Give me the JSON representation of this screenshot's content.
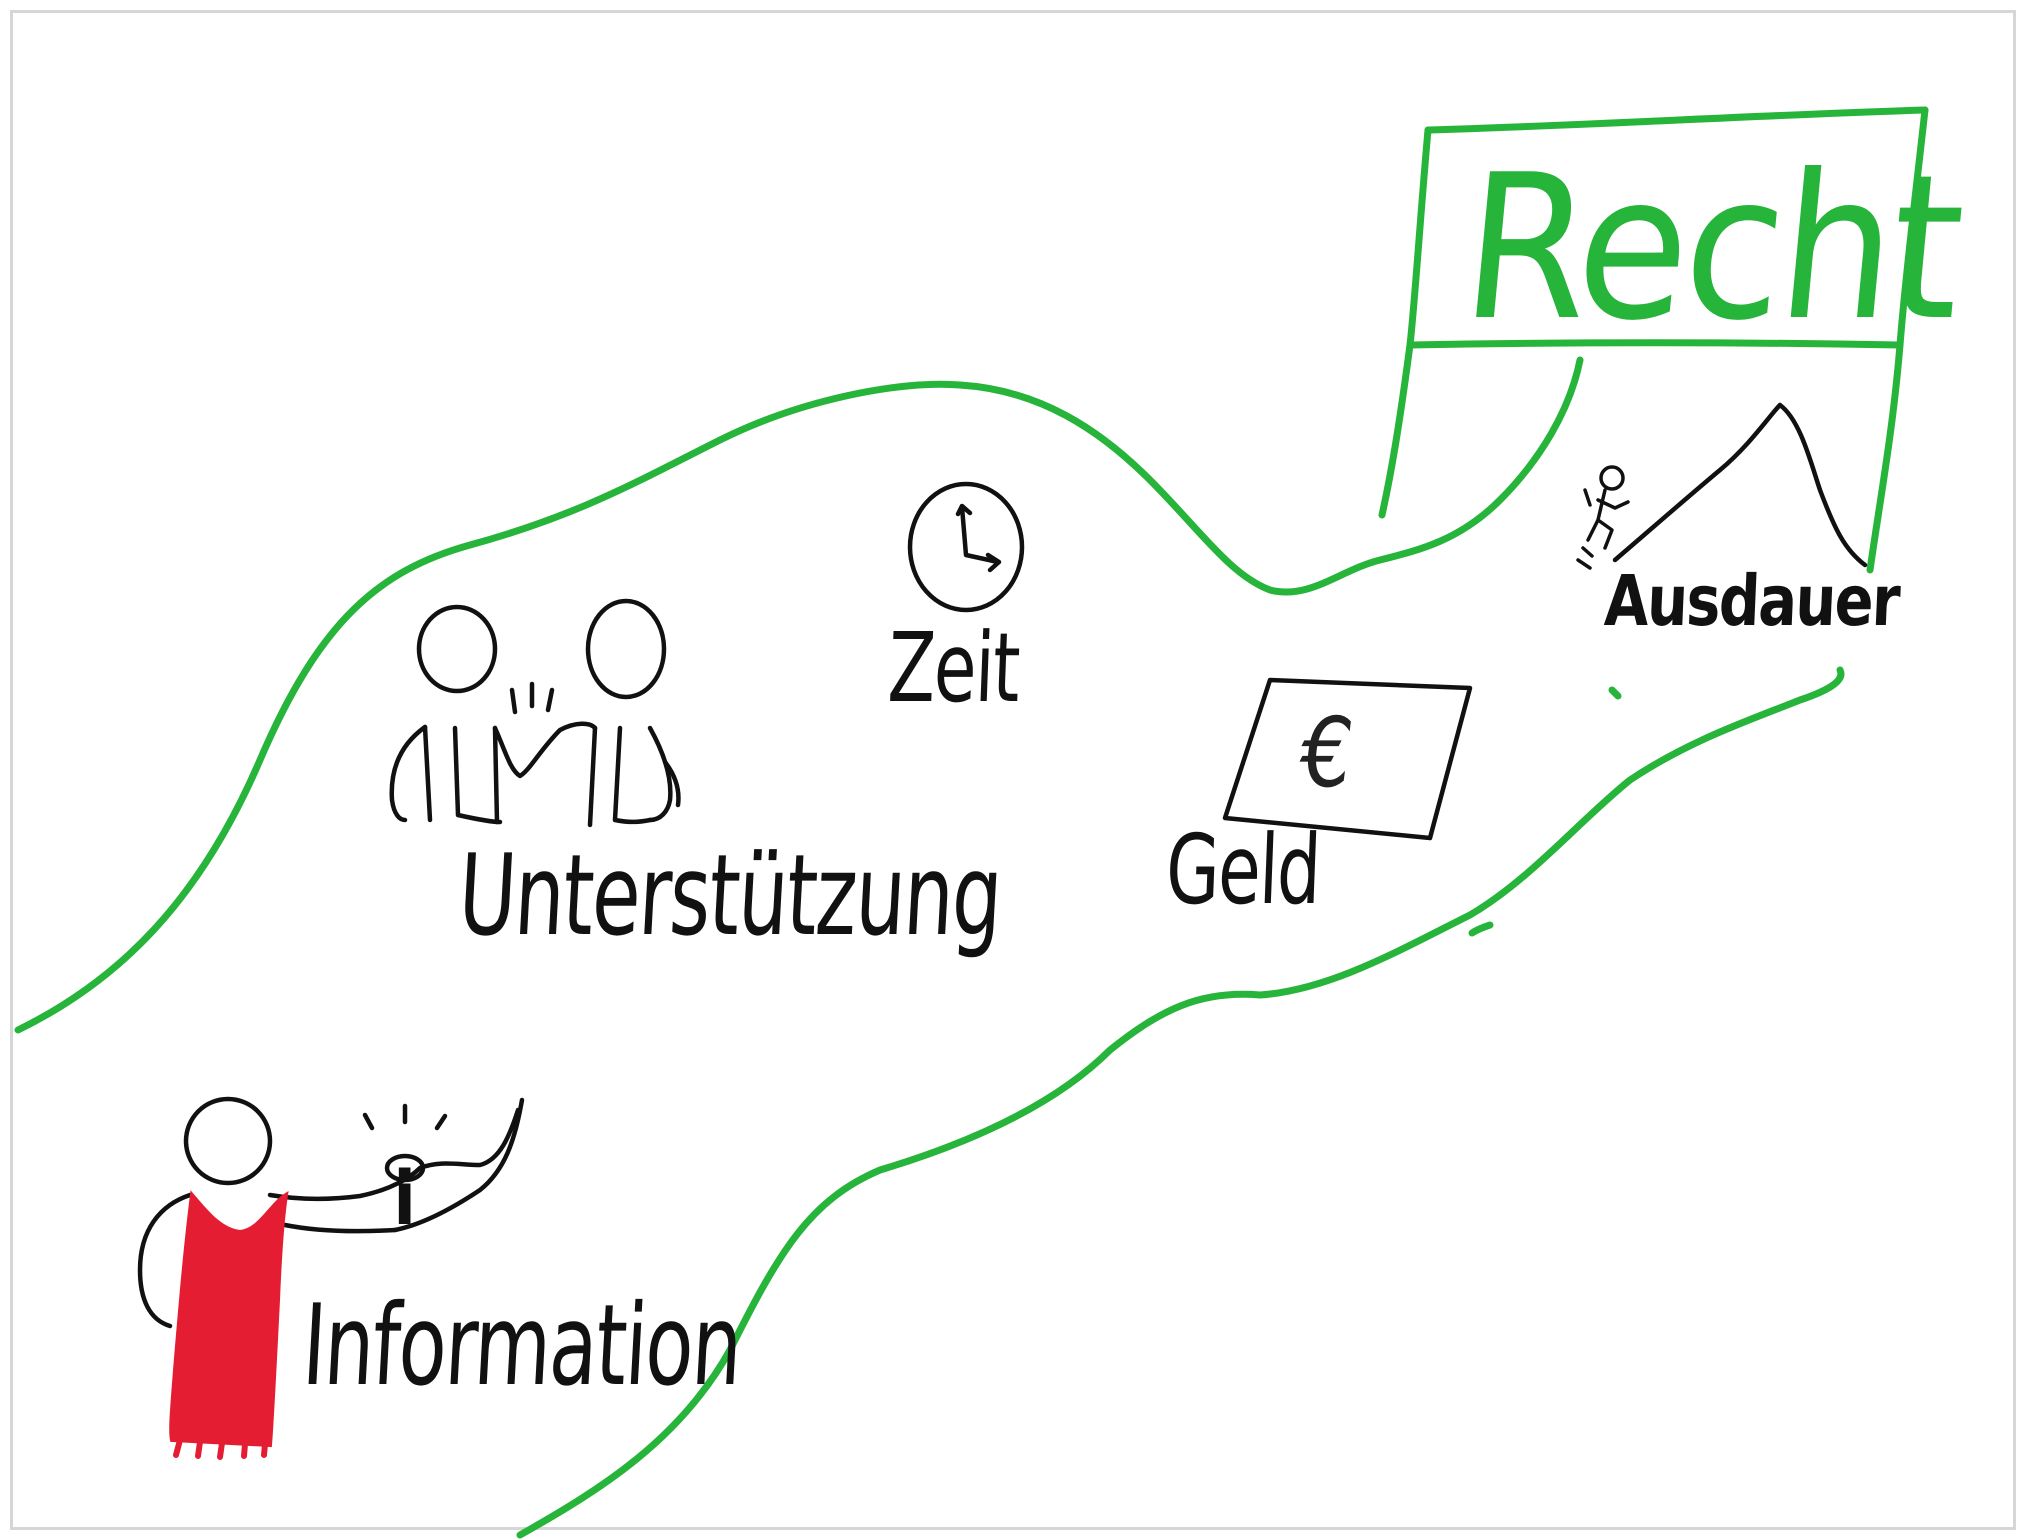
{
  "diagram": {
    "sign_title": "Recht",
    "labels": {
      "information": "Information",
      "unterstuetzung": "Unterstützung",
      "zeit": "Zeit",
      "geld": "Geld",
      "ausdauer": "Ausdauer"
    },
    "icons": {
      "info_glyph": "i",
      "money_glyph": "€"
    },
    "colors": {
      "path_green": "#27b43a",
      "shirt_red": "#e51d33",
      "ink": "#111111"
    }
  }
}
